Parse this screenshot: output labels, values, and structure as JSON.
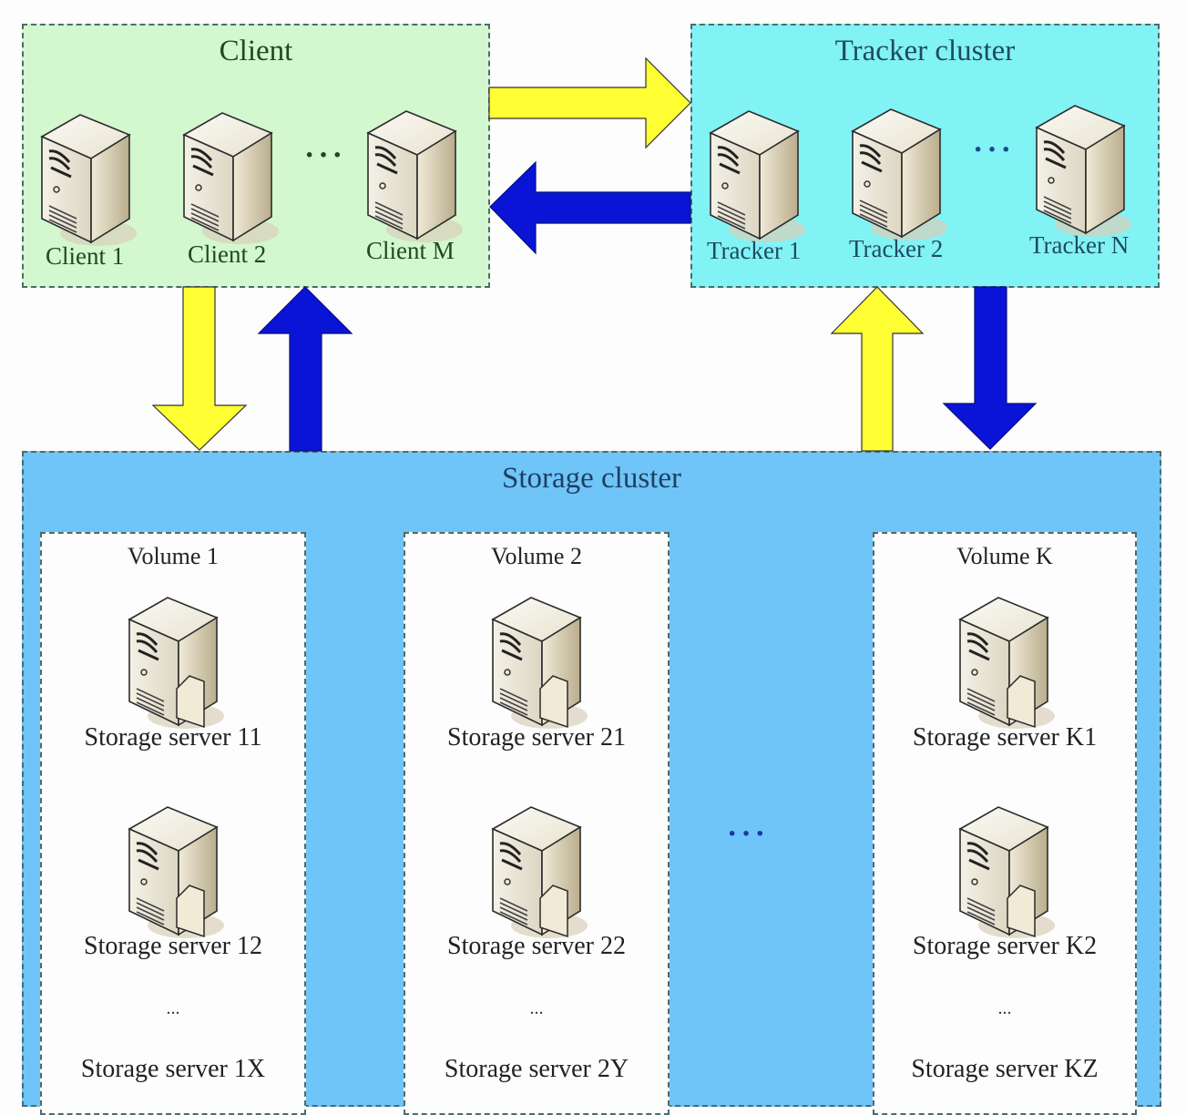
{
  "client_cluster": {
    "title": "Client",
    "nodes": [
      "Client 1",
      "Client 2",
      "Client M"
    ],
    "ellipsis": "···"
  },
  "tracker_cluster": {
    "title": "Tracker cluster",
    "nodes": [
      "Tracker 1",
      "Tracker 2",
      "Tracker N"
    ],
    "ellipsis": "···"
  },
  "storage_cluster": {
    "title": "Storage cluster",
    "ellipsis": "···",
    "volumes": [
      {
        "title": "Volume 1",
        "servers": [
          "Storage server 11",
          "Storage server 12"
        ],
        "more": "...",
        "last": "Storage server 1X"
      },
      {
        "title": "Volume 2",
        "servers": [
          "Storage server 21",
          "Storage server 22"
        ],
        "more": "...",
        "last": "Storage server 2Y"
      },
      {
        "title": "Volume K",
        "servers": [
          "Storage server K1",
          "Storage server K2"
        ],
        "more": "...",
        "last": "Storage server KZ"
      }
    ]
  },
  "colors": {
    "client_bg": "#d3f7cf",
    "tracker_bg": "#82f3f5",
    "storage_bg": "#6fc5f7",
    "volume_bg": "#fdfdfd",
    "request_arrow": "#ffff33",
    "response_arrow": "#0a14d6",
    "client_text": "#1e4a1e",
    "tracker_text": "#1f4a63",
    "storage_text": "#1e3f63"
  },
  "arrows": [
    {
      "from": "client",
      "to": "tracker",
      "color": "yellow",
      "direction": "right"
    },
    {
      "from": "tracker",
      "to": "client",
      "color": "blue",
      "direction": "left"
    },
    {
      "from": "client",
      "to": "storage",
      "color": "yellow",
      "direction": "down"
    },
    {
      "from": "storage",
      "to": "client",
      "color": "blue",
      "direction": "up"
    },
    {
      "from": "storage",
      "to": "tracker",
      "color": "yellow",
      "direction": "up"
    },
    {
      "from": "tracker",
      "to": "storage",
      "color": "blue",
      "direction": "down"
    }
  ]
}
